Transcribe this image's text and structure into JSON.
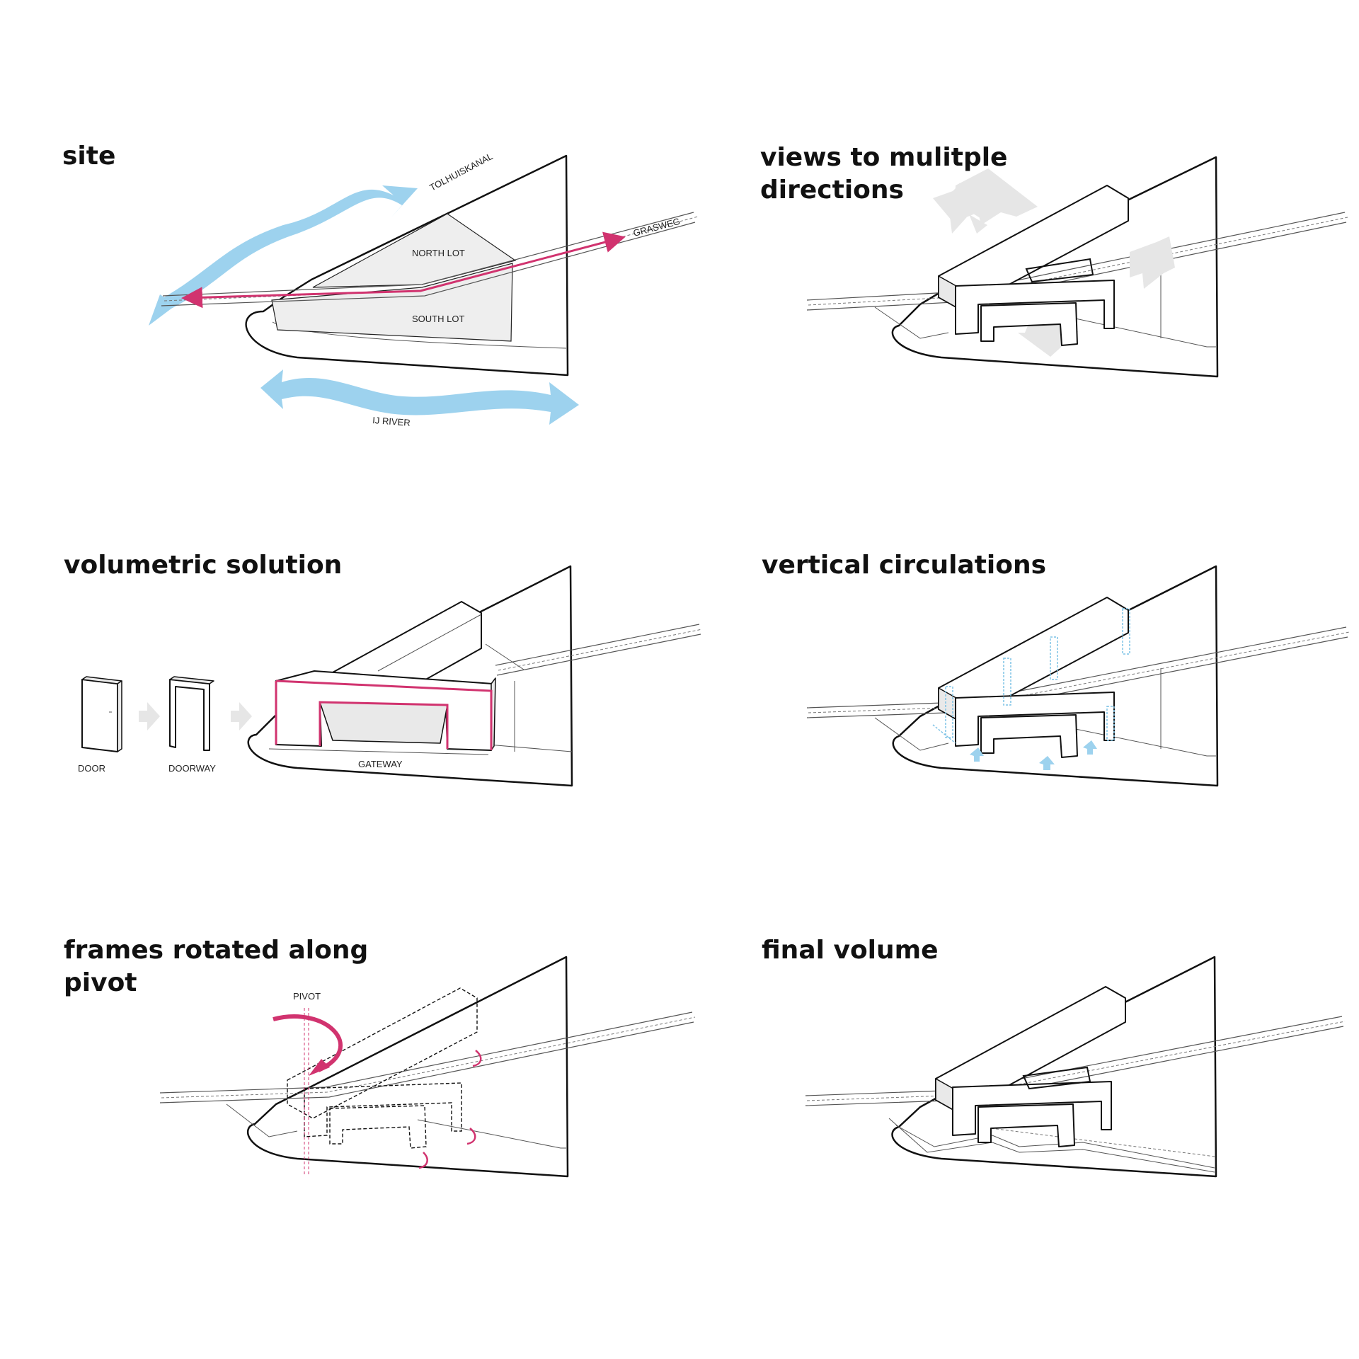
{
  "panels": {
    "site": {
      "title": "site",
      "labels": {
        "canal": "TOLHUISKANAL",
        "street": "GRASWEG",
        "north_lot": "NORTH LOT",
        "south_lot": "SOUTH LOT",
        "river": "IJ RIVER"
      }
    },
    "views": {
      "title_line1": "views to mulitple",
      "title_line2": "directions"
    },
    "volumetric": {
      "title": "volumetric solution",
      "labels": {
        "door": "DOOR",
        "doorway": "DOORWAY",
        "gateway": "GATEWAY"
      }
    },
    "circulation": {
      "title": "vertical circulations"
    },
    "rotation": {
      "title_line1": "frames rotated along",
      "title_line2": "pivot",
      "labels": {
        "pivot": "PIVOT"
      }
    },
    "final": {
      "title": "final volume"
    }
  },
  "colors": {
    "accent_pink": "#d1336f",
    "river_blue": "#9dd2ee",
    "view_grey": "#e6e6e6",
    "ink": "#111111"
  }
}
